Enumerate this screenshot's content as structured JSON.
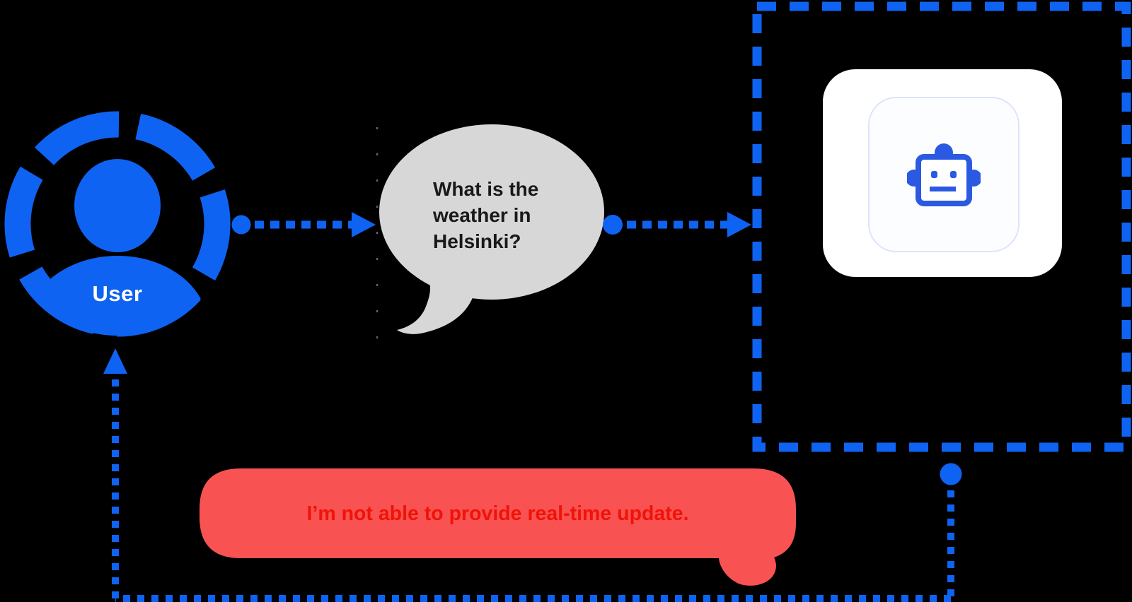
{
  "diagram": {
    "title": "chatbot-limitation-flow",
    "nodes": {
      "user": {
        "label": "User"
      },
      "question": {
        "text": "What is the\nweather in\nHelsinki?"
      },
      "chatbot": {
        "icon": "robot-icon"
      },
      "response": {
        "text": "I’m not able to provide real-time update."
      }
    },
    "icons": {
      "user": "user-avatar-icon",
      "chatbot": "robot-icon",
      "question": "speech-bubble-icon",
      "response": "message-bubble-icon"
    },
    "connectors": [
      {
        "name": "user-to-question",
        "style": "dotted-arrow-right"
      },
      {
        "name": "question-to-chatbot",
        "style": "dotted-arrow-right"
      },
      {
        "name": "chatbot-to-user-return",
        "style": "dotted-path-up-arrow"
      }
    ]
  },
  "colors": {
    "background": "#000000",
    "accent_blue": "#0f63f2",
    "robot_blue": "#2c59e2",
    "bubble_gray": "#d7d7d7",
    "bubble_gray_text": "#19191b",
    "bubble_red": "#f95252",
    "bubble_red_text": "#ee1408",
    "card_white": "#ffffff",
    "card_inner_border": "#dbe4f8",
    "card_inner_bg": "#fcfdff",
    "user_label_text": "#ffffff",
    "guide_dot": "#9a9a9a"
  }
}
